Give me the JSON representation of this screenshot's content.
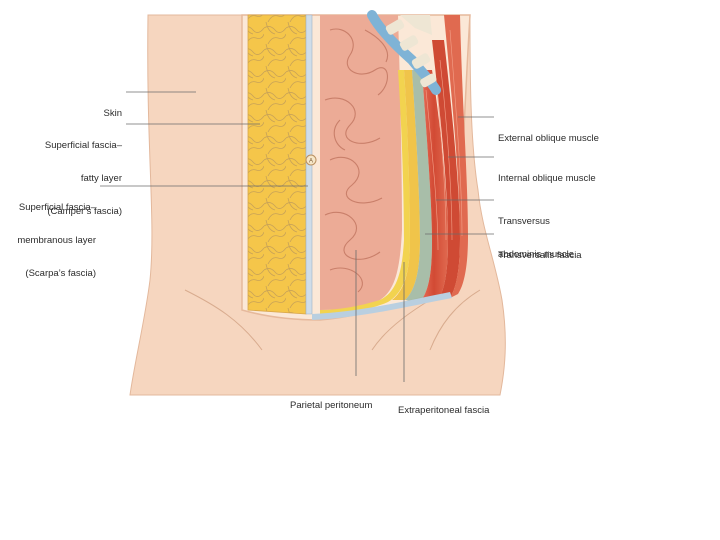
{
  "figure": {
    "labels": {
      "skin": "Skin",
      "campers": [
        "Superficial fascia–",
        "fatty layer",
        "(Camper’s fascia)"
      ],
      "scarpas": [
        "Superficial fascia–",
        "membranous layer",
        "(Scarpa’s fascia)"
      ],
      "external_oblique": "External oblique muscle",
      "internal_oblique": "Internal oblique muscle",
      "transversus": [
        "Transversus",
        "abdominis muscle"
      ],
      "transversalis": "Transversalis fascia",
      "parietal_peritoneum": "Parietal peritoneum",
      "extraperitoneal": "Extraperitoneal fascia"
    },
    "colors": {
      "skin": "#f6d6bf",
      "fat": "#f5c64a",
      "muscle": "#d9533c",
      "fascia": "#c9d8e6",
      "intestine": "#ecab96",
      "peritoneum": "#9fc4dc",
      "bone": "#eee6d4"
    }
  }
}
